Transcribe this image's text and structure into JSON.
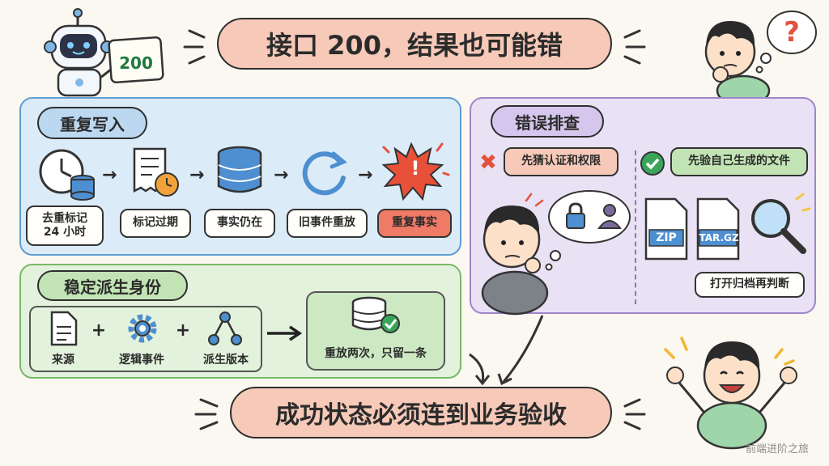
{
  "title": "接口 200，结果也可能错",
  "robot_sign": "200",
  "bottom_banner": "成功状态必须连到业务验收",
  "watermark": "前端进阶之旅",
  "thought_symbol": "?",
  "panel_repeat": {
    "heading": "重复写入",
    "steps": [
      "去重标记\n24 小时",
      "标记过期",
      "事实仍在",
      "旧事件重放",
      "重复事实"
    ],
    "burst_symbol": "!"
  },
  "panel_identity": {
    "heading": "稳定派生身份",
    "parts": [
      "来源",
      "逻辑事件",
      "派生版本"
    ],
    "plus": "+",
    "result": "重放两次，只留一条"
  },
  "panel_debug": {
    "heading": "错误排查",
    "wrong": "先猜认证和权限",
    "right": "先验自己生成的文件",
    "files": [
      "ZIP",
      "TAR.GZ"
    ],
    "action": "打开归档再判断"
  },
  "colors": {
    "blue_panel": "#dcebf8",
    "green_panel": "#e3f2dc",
    "purple_panel": "#e9e1f4",
    "title_pill": "#f6c9b8",
    "red_step": "#ef7a65",
    "icon_blue": "#4d8fd0"
  }
}
